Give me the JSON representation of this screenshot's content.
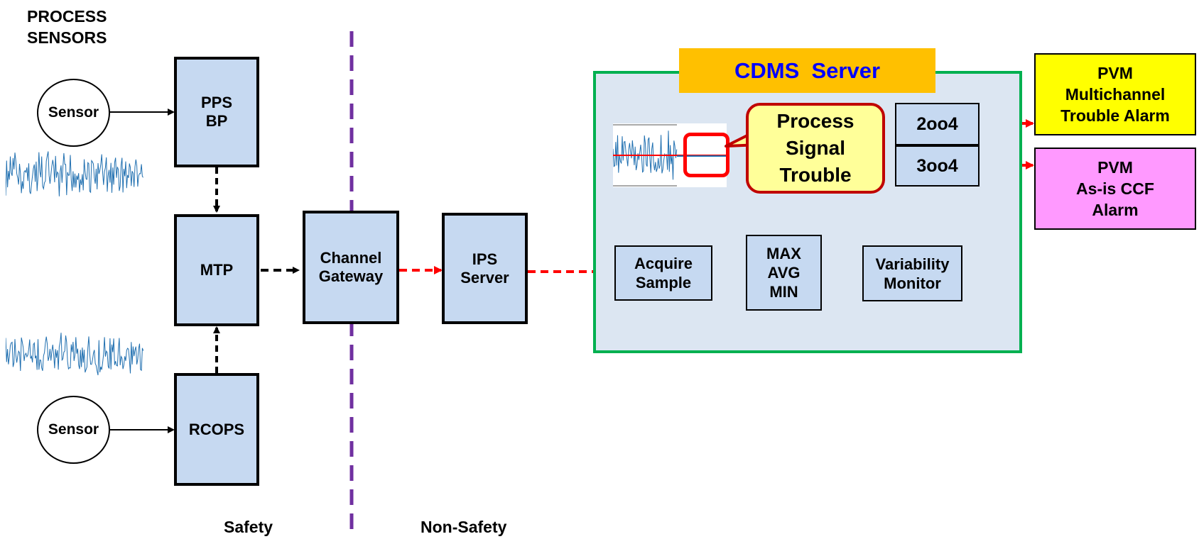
{
  "labels": {
    "process_sensors": [
      "PROCESS",
      "SENSORS"
    ],
    "safety": "Safety",
    "non_safety": "Non-Safety"
  },
  "sensors": {
    "top": "Sensor",
    "bottom": "Sensor"
  },
  "blocks": {
    "pps_bp": [
      "PPS",
      "BP"
    ],
    "mtp": "MTP",
    "rcops": "RCOPS",
    "channel_gateway": [
      "Channel",
      "Gateway"
    ],
    "ips_server": [
      "IPS",
      "Server"
    ]
  },
  "cdms": {
    "title": "CDMS  Server",
    "trouble_callout": [
      "Process",
      "Signal",
      "Trouble"
    ],
    "vote_2oo4": "2oo4",
    "vote_3oo4": "3oo4",
    "acquire_sample": [
      "Acquire",
      "Sample"
    ],
    "max_avg_min": [
      "MAX",
      "AVG",
      "MIN"
    ],
    "variability_monitor": [
      "Variability",
      "Monitor"
    ]
  },
  "alarms": {
    "multichannel": [
      "PVM",
      "Multichannel",
      "Trouble Alarm"
    ],
    "ccf": [
      "PVM",
      "As-is CCF",
      "Alarm"
    ]
  },
  "colors": {
    "block_fill": "#c6d9f1",
    "cdms_border": "#00b050",
    "cdms_title_bg": "#ffc000",
    "cdms_title_text": "#0000ff",
    "divider": "#7030a0",
    "red_arrow": "#ff0000",
    "callout_fill": "#ffff99",
    "alarm_yellow": "#ffff00",
    "alarm_pink": "#ff99ff",
    "waveform": "#1f6fb0"
  }
}
